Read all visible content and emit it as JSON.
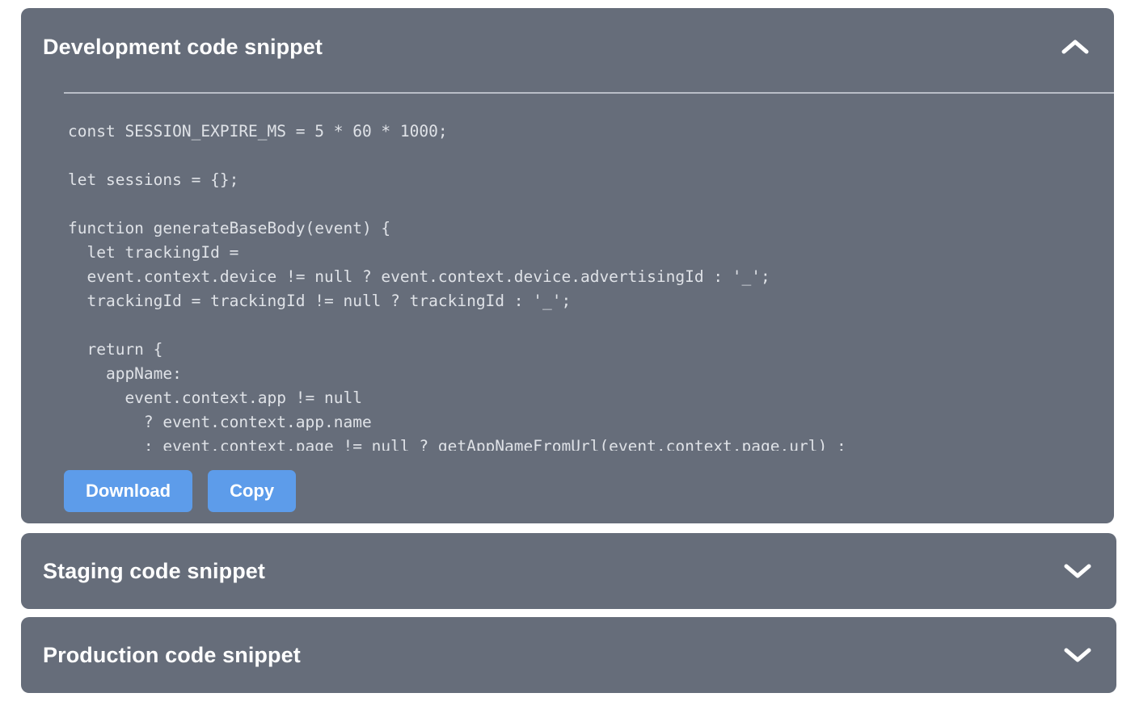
{
  "colors": {
    "panel_bg": "#666d7a",
    "page_bg": "#ffffff",
    "button_blue": "#5d9cea",
    "code_text": "#dfe2e7",
    "divider": "#b9bec7",
    "title_text": "#ffffff"
  },
  "panels": [
    {
      "title": "Development code snippet",
      "expanded": true,
      "chevron": "chevron-up-icon",
      "code": "const SESSION_EXPIRE_MS = 5 * 60 * 1000;\n\nlet sessions = {};\n\nfunction generateBaseBody(event) {\n  let trackingId =\n  event.context.device != null ? event.context.device.advertisingId : '_';\n  trackingId = trackingId != null ? trackingId : '_';\n\n  return {\n    appName:\n      event.context.app != null\n        ? event.context.app.name\n        : event.context.page != null ? getAppNameFromUrl(event.context.page.url) :",
      "buttons": [
        {
          "label": "Download",
          "name": "download-button"
        },
        {
          "label": "Copy",
          "name": "copy-button"
        }
      ]
    },
    {
      "title": "Staging code snippet",
      "expanded": false,
      "chevron": "chevron-down-icon"
    },
    {
      "title": "Production code snippet",
      "expanded": false,
      "chevron": "chevron-down-icon"
    }
  ]
}
